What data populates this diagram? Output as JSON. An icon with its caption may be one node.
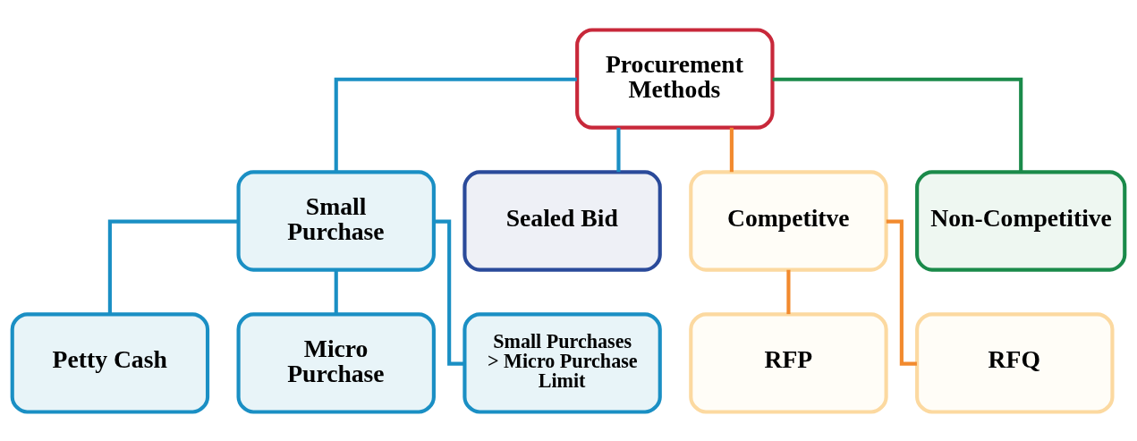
{
  "diagram": {
    "nodes": [
      {
        "text": [
          "Procurement Methods"
        ]
      },
      {
        "text": [
          "Small Purchase"
        ]
      },
      {
        "text": [
          "Sealed Bid"
        ]
      },
      {
        "text": [
          "Competitve"
        ]
      },
      {
        "text": [
          "Non-Competitive"
        ]
      },
      {
        "text": [
          "Petty Cash"
        ]
      },
      {
        "text": [
          "Micro Purchase"
        ]
      },
      {
        "text": [
          "Small Purchases > Micro Purchase Limit"
        ]
      },
      {
        "text": [
          "RFP"
        ]
      },
      {
        "text": [
          "RFQ"
        ]
      }
    ],
    "edges": [
      {
        "from": 0,
        "to": 1,
        "arrow": "none"
      },
      {
        "from": 0,
        "to": 2,
        "arrow": "none"
      },
      {
        "from": 0,
        "to": 3,
        "arrow": "none",
        "color": "#f28a2e"
      },
      {
        "from": 0,
        "to": 4,
        "arrow": "none",
        "color": "#1a8a4a"
      },
      {
        "from": 1,
        "to": 5,
        "arrow": "none"
      },
      {
        "from": 1,
        "to": 6,
        "arrow": "none"
      },
      {
        "from": 1,
        "to": 7,
        "arrow": "none"
      },
      {
        "from": 3,
        "to": 8,
        "arrow": "none",
        "color": "#f28a2e"
      },
      {
        "from": 3,
        "to": 9,
        "arrow": "none",
        "color": "#f28a2e"
      }
    ]
  }
}
